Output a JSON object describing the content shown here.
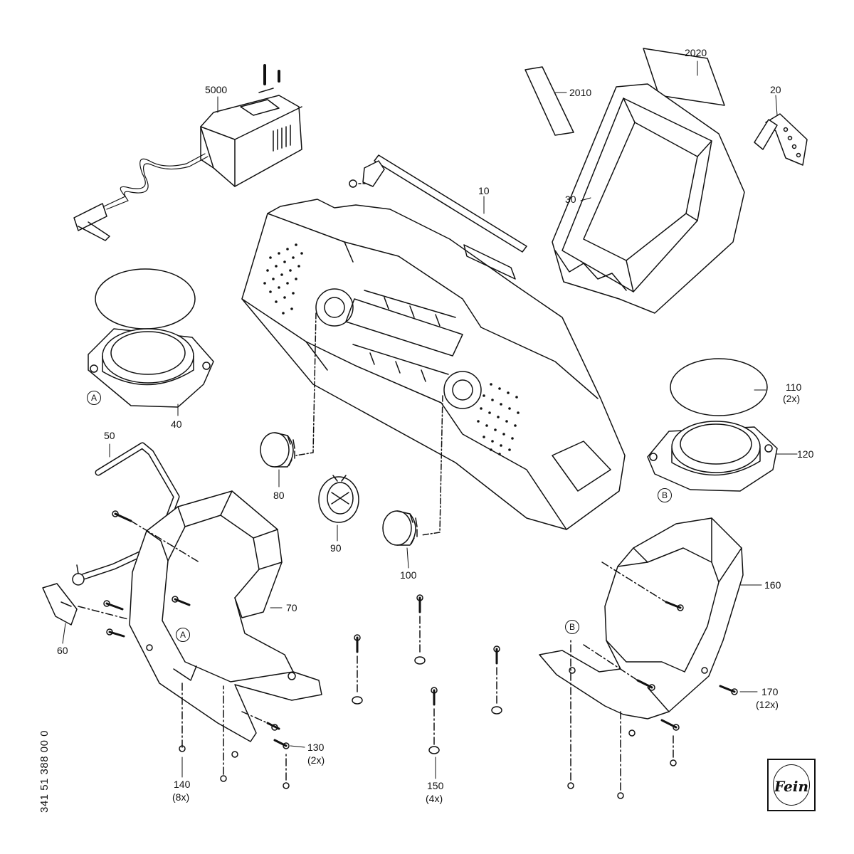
{
  "document_number": "341 51 388 00 0",
  "logo": {
    "name": "fein-logo",
    "text": "Fein"
  },
  "callouts": {
    "c10": "10",
    "c20": "20",
    "c30": "30",
    "c40": "40",
    "c50": "50",
    "c60": "60",
    "c70": "70",
    "c80": "80",
    "c90": "90",
    "c100": "100",
    "c110": "110",
    "c110_qty": "(2x)",
    "c120": "120",
    "c130": "130",
    "c130_qty": "(2x)",
    "c140": "140",
    "c140_qty": "(8x)",
    "c150": "150",
    "c150_qty": "(4x)",
    "c160": "160",
    "c170": "170",
    "c170_qty": "(12x)",
    "c2010": "2010",
    "c2020": "2020",
    "c5000": "5000"
  },
  "markers": {
    "a1": "A",
    "a2": "A",
    "b1": "B",
    "b2": "B"
  }
}
